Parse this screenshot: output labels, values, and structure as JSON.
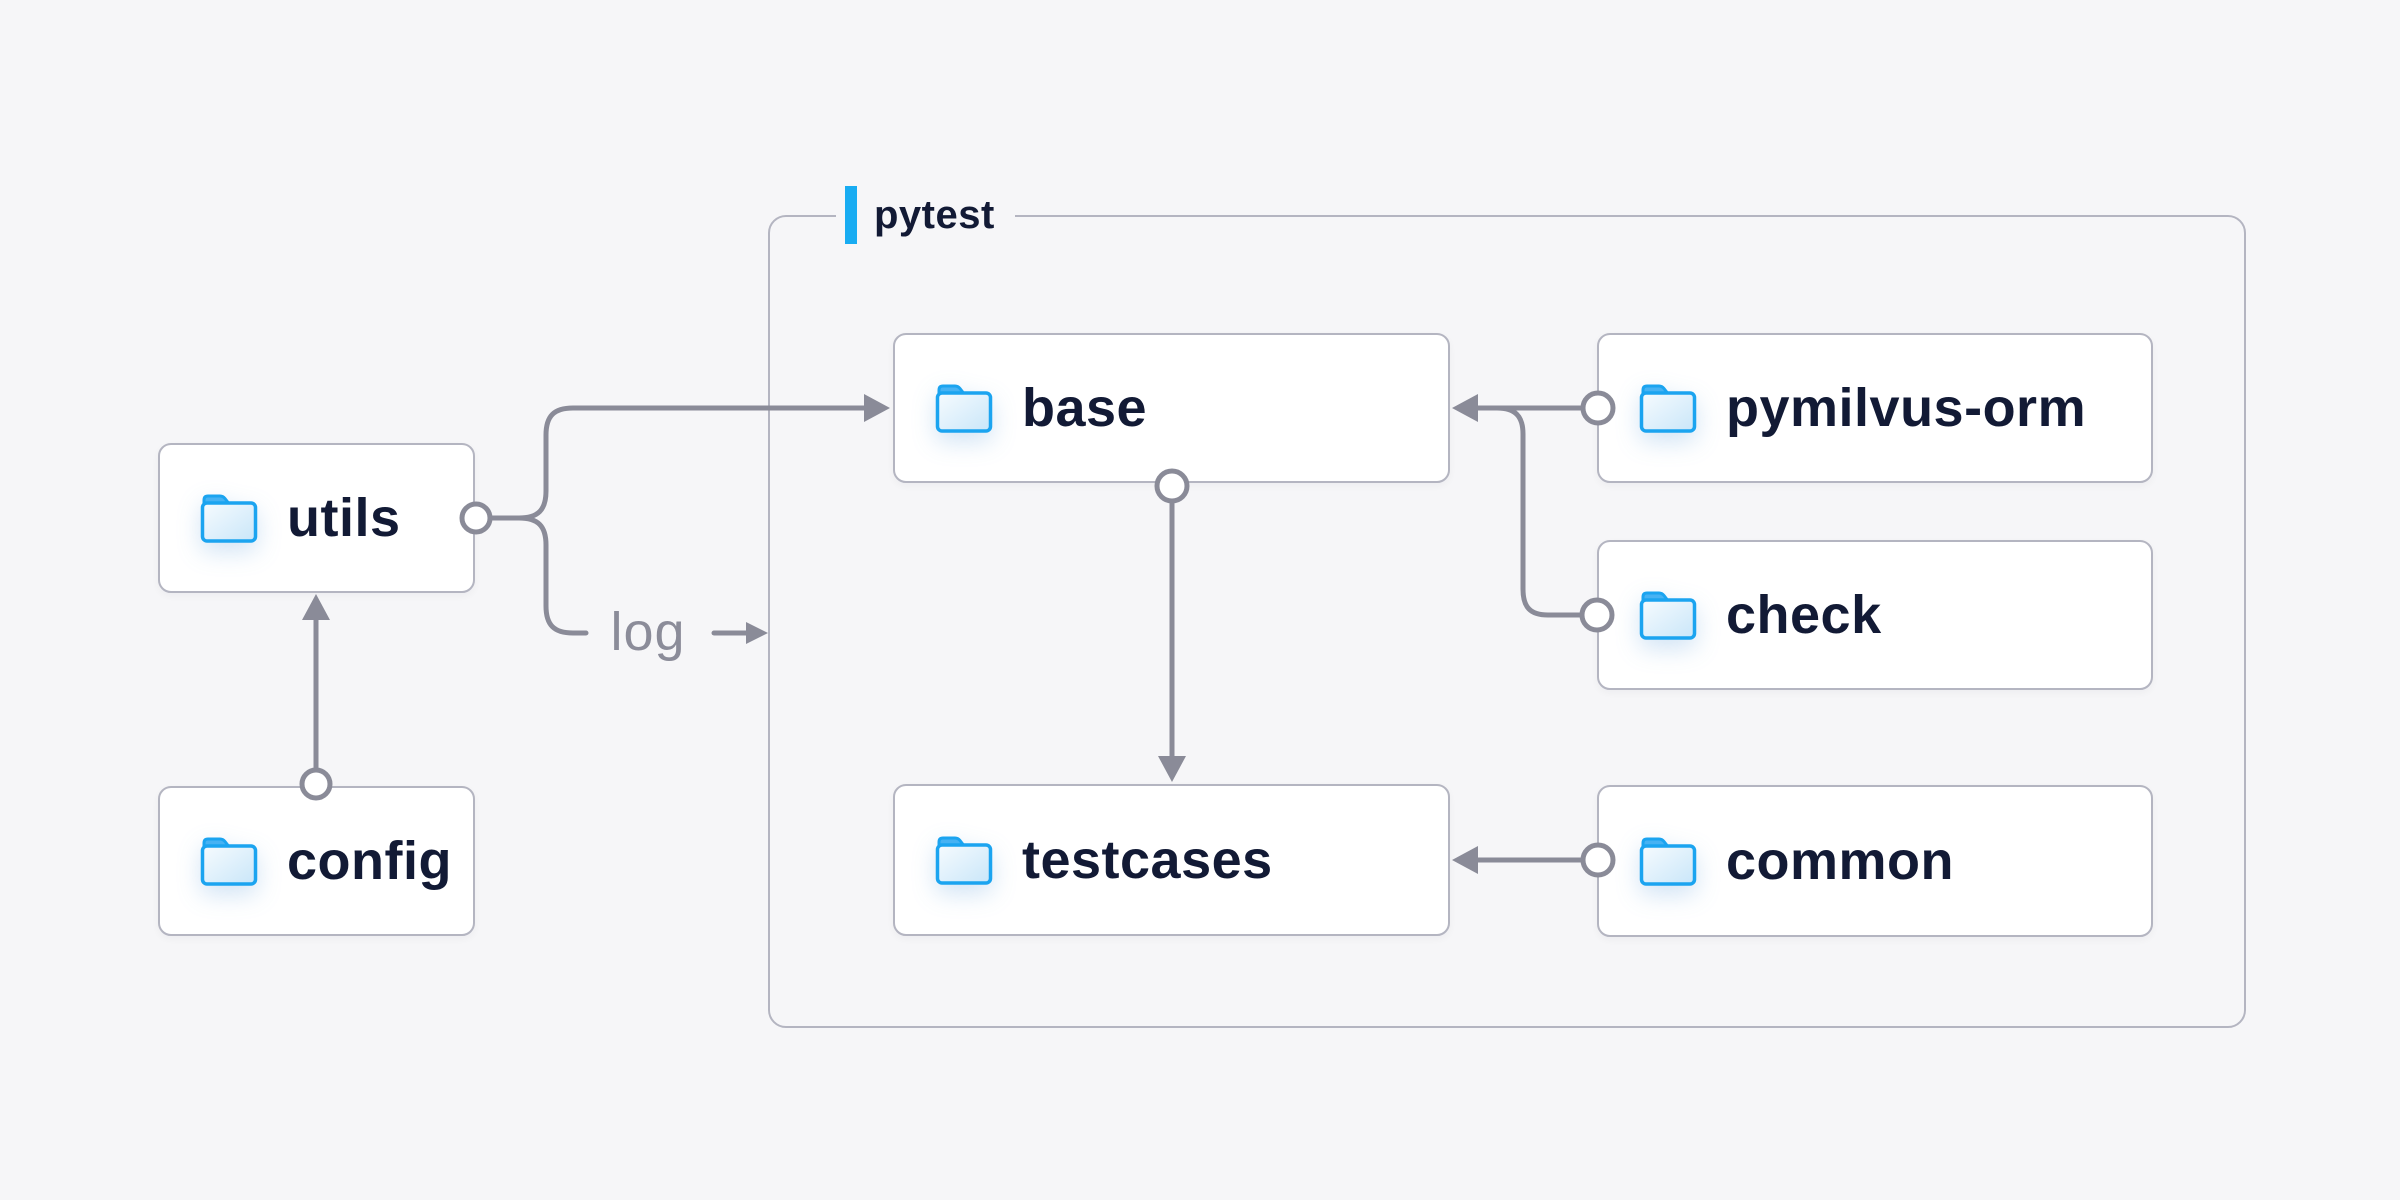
{
  "page": {
    "background": "#f6f6f8"
  },
  "diagram": {
    "colors": {
      "node_fill": "#ffffff",
      "node_border": "#b4b5c1",
      "container_border": "#b4b5c1",
      "connector": "#8a8b98",
      "node_label_text": "#121a35",
      "edge_label_text": "#8b8c99",
      "accent_bar_blue": "#18acf2",
      "folder_stroke": "#1ba4f0",
      "folder_tab": "#46b2f3",
      "folder_fill_light": "#f6fbfe",
      "folder_fill_dark": "#c9e6f9"
    },
    "container": {
      "label": "pytest"
    },
    "nodes": [
      {
        "id": "utils",
        "label": "utils",
        "icon": "folder-icon"
      },
      {
        "id": "config",
        "label": "config",
        "icon": "folder-icon"
      },
      {
        "id": "base",
        "label": "base",
        "icon": "folder-icon"
      },
      {
        "id": "testcases",
        "label": "testcases",
        "icon": "folder-icon"
      },
      {
        "id": "pymilvus-orm",
        "label": "pymilvus-orm",
        "icon": "folder-icon"
      },
      {
        "id": "check",
        "label": "check",
        "icon": "folder-icon"
      },
      {
        "id": "common",
        "label": "common",
        "icon": "folder-icon"
      }
    ],
    "edges": [
      {
        "from": "config",
        "to": "utils",
        "label": ""
      },
      {
        "from": "utils",
        "to": "base",
        "label": ""
      },
      {
        "from": "utils",
        "to": "pytest-container",
        "label": "log"
      },
      {
        "from": "base",
        "to": "testcases",
        "label": ""
      },
      {
        "from": "pymilvus-orm",
        "to": "base",
        "label": ""
      },
      {
        "from": "check",
        "to": "base",
        "label": ""
      },
      {
        "from": "common",
        "to": "testcases",
        "label": ""
      }
    ],
    "edge_label": "log"
  }
}
